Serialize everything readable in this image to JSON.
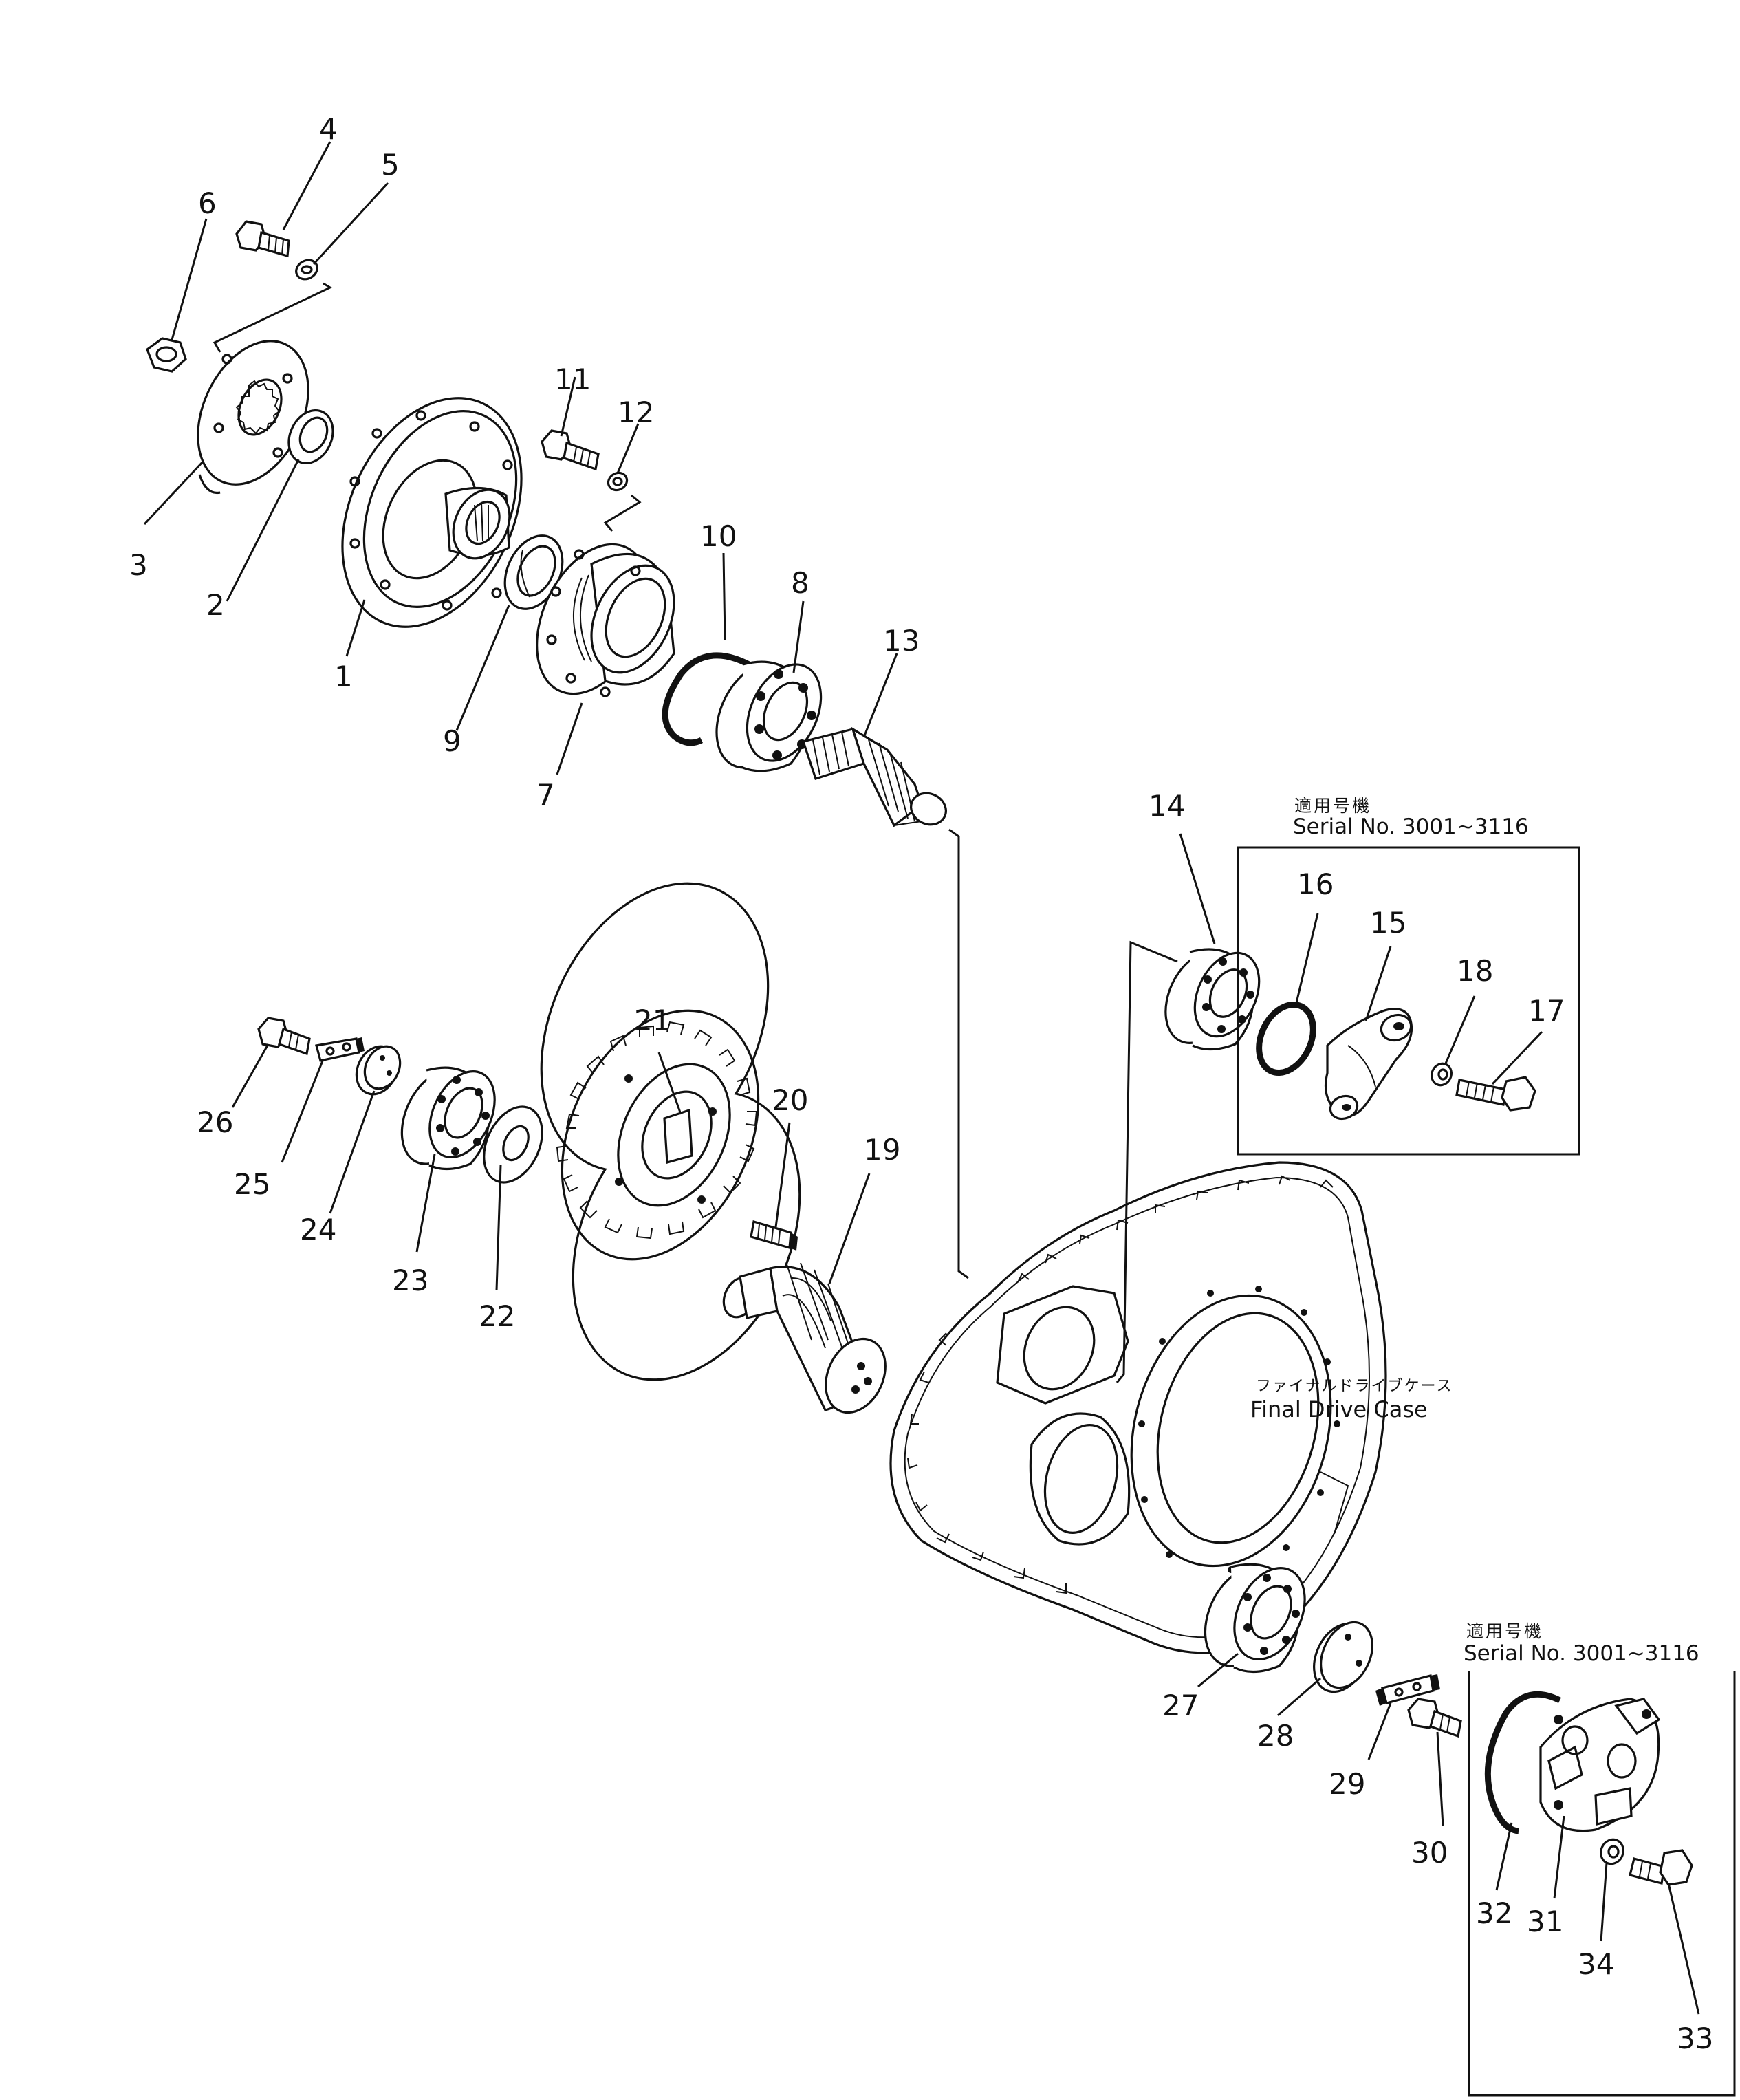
{
  "callouts": [
    {
      "id": "p1",
      "label": "1"
    },
    {
      "id": "p2",
      "label": "2"
    },
    {
      "id": "p3",
      "label": "3"
    },
    {
      "id": "p4",
      "label": "4"
    },
    {
      "id": "p5",
      "label": "5"
    },
    {
      "id": "p6",
      "label": "6"
    },
    {
      "id": "p7",
      "label": "7"
    },
    {
      "id": "p8",
      "label": "8"
    },
    {
      "id": "p9",
      "label": "9"
    },
    {
      "id": "p10",
      "label": "10"
    },
    {
      "id": "p11",
      "label": "11"
    },
    {
      "id": "p12",
      "label": "12"
    },
    {
      "id": "p13",
      "label": "13"
    },
    {
      "id": "p14",
      "label": "14"
    },
    {
      "id": "p15",
      "label": "15"
    },
    {
      "id": "p16",
      "label": "16"
    },
    {
      "id": "p17",
      "label": "17"
    },
    {
      "id": "p18",
      "label": "18"
    },
    {
      "id": "p19",
      "label": "19"
    },
    {
      "id": "p20",
      "label": "20"
    },
    {
      "id": "p21",
      "label": "21"
    },
    {
      "id": "p22",
      "label": "22"
    },
    {
      "id": "p23",
      "label": "23"
    },
    {
      "id": "p24",
      "label": "24"
    },
    {
      "id": "p25",
      "label": "25"
    },
    {
      "id": "p26",
      "label": "26"
    },
    {
      "id": "p27",
      "label": "27"
    },
    {
      "id": "p28",
      "label": "28"
    },
    {
      "id": "p29",
      "label": "29"
    },
    {
      "id": "p30",
      "label": "30"
    },
    {
      "id": "p31",
      "label": "31"
    },
    {
      "id": "p32",
      "label": "32"
    },
    {
      "id": "p33",
      "label": "33"
    },
    {
      "id": "p34",
      "label": "34"
    }
  ],
  "serial_box_upper": {
    "jp": "適用号機",
    "en": "Serial No. 3001~3116"
  },
  "serial_box_lower": {
    "jp": "適用号機",
    "en": "Serial No. 3001~3116"
  },
  "case_label": {
    "jp": "ファイナルドライブケース",
    "en": "Final Drive Case"
  }
}
